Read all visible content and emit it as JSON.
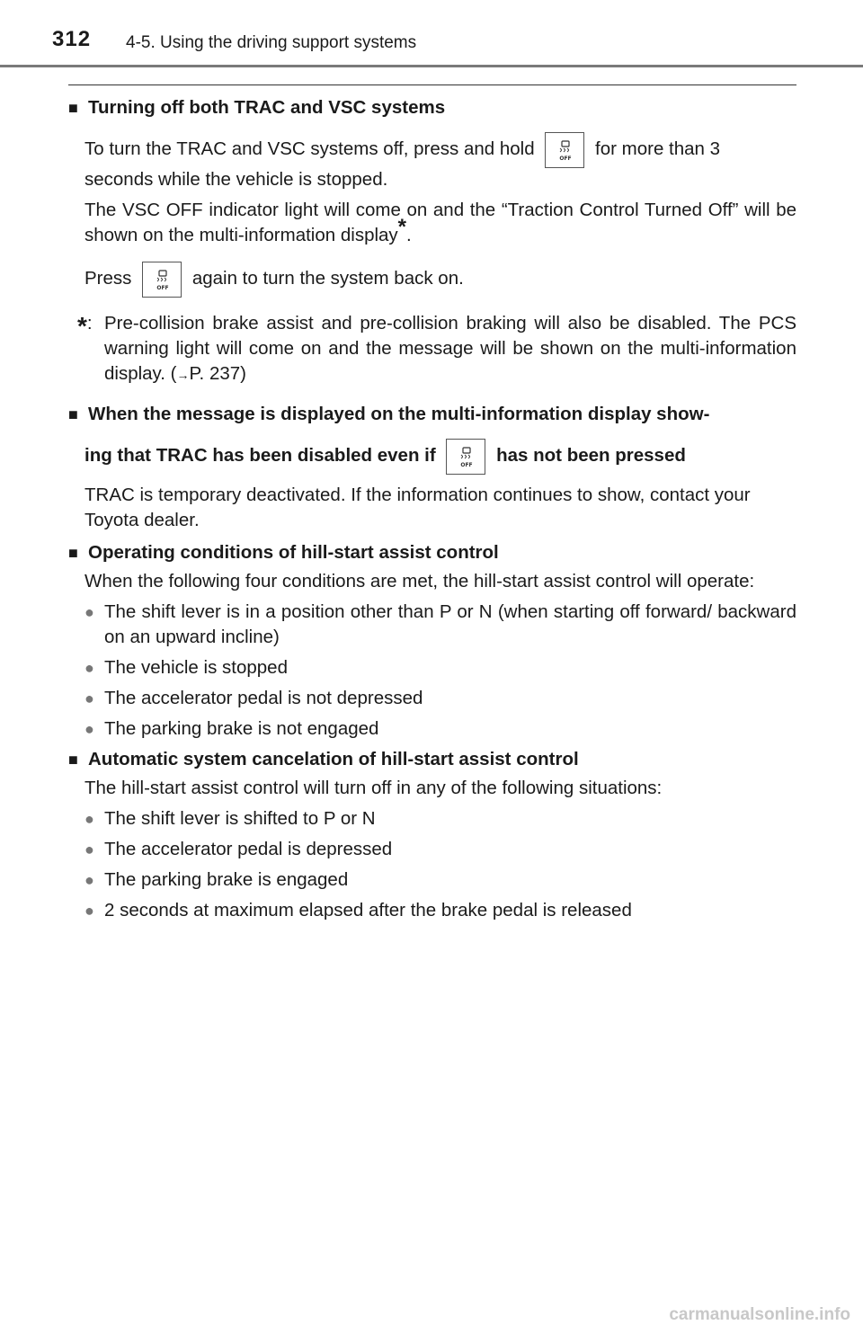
{
  "header": {
    "page_number": "312",
    "section_title": "4-5. Using the driving support systems"
  },
  "section1": {
    "heading": "Turning off both TRAC and VSC systems",
    "p1_a": "To turn the TRAC and VSC systems off, press and hold",
    "p1_b": "for more than 3",
    "p1_c": "seconds while the vehicle is stopped.",
    "p2_a": "The VSC OFF indicator light will come on and the “Traction Control Turned Off” will be shown on the multi-information display",
    "p2_star": "*",
    "p2_end": ".",
    "p3_a": "Press",
    "p3_b": "again to turn the system back on.",
    "footnote_mark": "*",
    "footnote_colon": ":",
    "footnote_a": "Pre-collision brake assist and pre-collision braking will also be disabled. The PCS warning light will come on and the message will be shown on the multi-information display. (",
    "footnote_arrow": "→",
    "footnote_b": "P. 237)"
  },
  "section2": {
    "heading_a": "When the message is displayed on the multi-information display show-",
    "heading_b": "ing that TRAC has been disabled even if",
    "heading_c": "has not been pressed",
    "p1": "TRAC is temporary deactivated. If the information continues to show, contact your Toyota dealer."
  },
  "section3": {
    "heading": "Operating conditions of hill-start assist control",
    "intro": "When the following four conditions are met, the hill-start assist control will operate:",
    "bullets": [
      "The shift lever is in a position other than P or N (when starting off forward/ backward on an upward incline)",
      "The vehicle is stopped",
      "The accelerator pedal is not depressed",
      "The parking brake is not engaged"
    ]
  },
  "section4": {
    "heading": "Automatic system cancelation of hill-start assist control",
    "intro": "The hill-start assist control will turn off in any of the following situations:",
    "bullets": [
      "The shift lever is shifted to P or N",
      "The accelerator pedal is depressed",
      "The parking brake is engaged",
      "2 seconds at maximum elapsed after the brake pedal is released"
    ]
  },
  "icons": {
    "heading_marker": "■",
    "bullet_marker": "●",
    "vsc_off_button_label": "OFF"
  },
  "watermark": "carmanualsonline.info"
}
